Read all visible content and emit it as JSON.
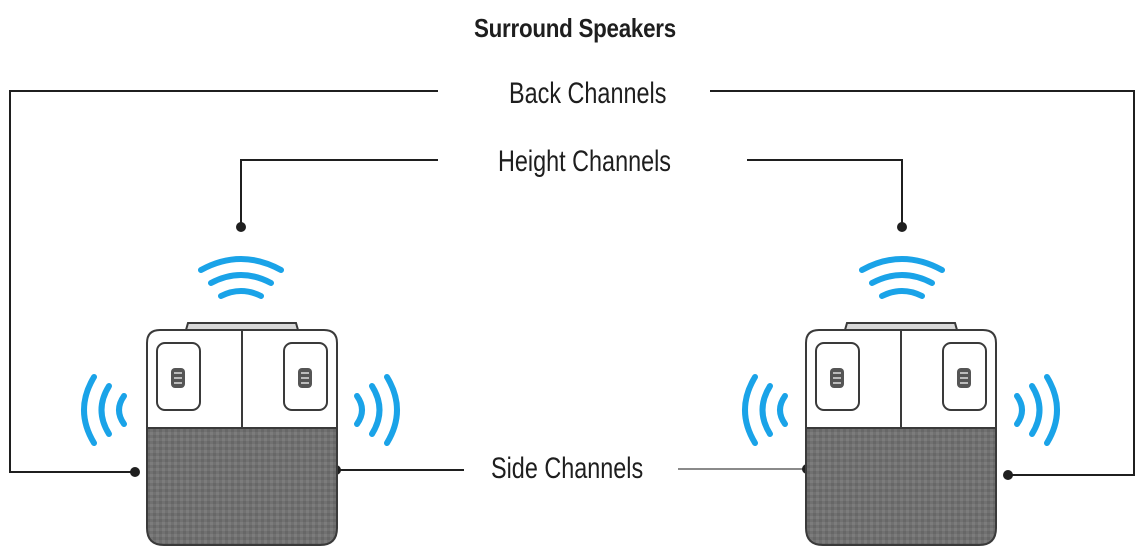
{
  "title": "Surround Speakers",
  "labels": {
    "back": "Back Channels",
    "height": "Height Channels",
    "side": "Side Channels"
  },
  "colors": {
    "wave": "#1aa3e8",
    "line": "#1f1f1f",
    "speaker_outline": "#3a3a3a",
    "grille": "#6e6e6e"
  },
  "speakers": [
    "left-speaker",
    "right-speaker"
  ]
}
